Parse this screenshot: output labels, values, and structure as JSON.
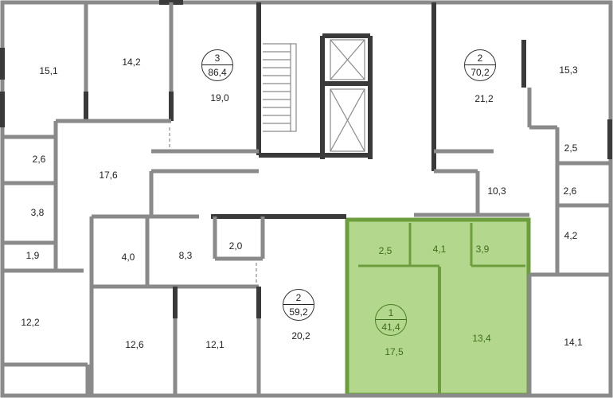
{
  "colors": {
    "highlight": "#b3d78c",
    "highlight_wall": "#6c9e3d",
    "wall": "#8a8a8a",
    "wall_dark": "#3a3a3a"
  },
  "apartments": [
    {
      "rooms": "3",
      "area": "86,4"
    },
    {
      "rooms": "2",
      "area": "70,2"
    },
    {
      "rooms": "2",
      "area": "59,2"
    },
    {
      "rooms": "1",
      "area": "41,4",
      "selected": true
    }
  ],
  "rooms": {
    "r151": "15,1",
    "r142": "14,2",
    "r190": "19,0",
    "r26a": "2,6",
    "r176": "17,6",
    "r38": "3,8",
    "r19": "1,9",
    "r122": "12,2",
    "r40": "4,0",
    "r83": "8,3",
    "r20": "2,0",
    "r126": "12,6",
    "r121": "12,1",
    "r202": "20,2",
    "r25g": "2,5",
    "r41": "4,1",
    "r39": "3,9",
    "r175": "17,5",
    "r134": "13,4",
    "r153": "15,3",
    "r212": "21,2",
    "r25": "2,5",
    "r103": "10,3",
    "r26b": "2,6",
    "r42": "4,2",
    "r141": "14,1"
  }
}
